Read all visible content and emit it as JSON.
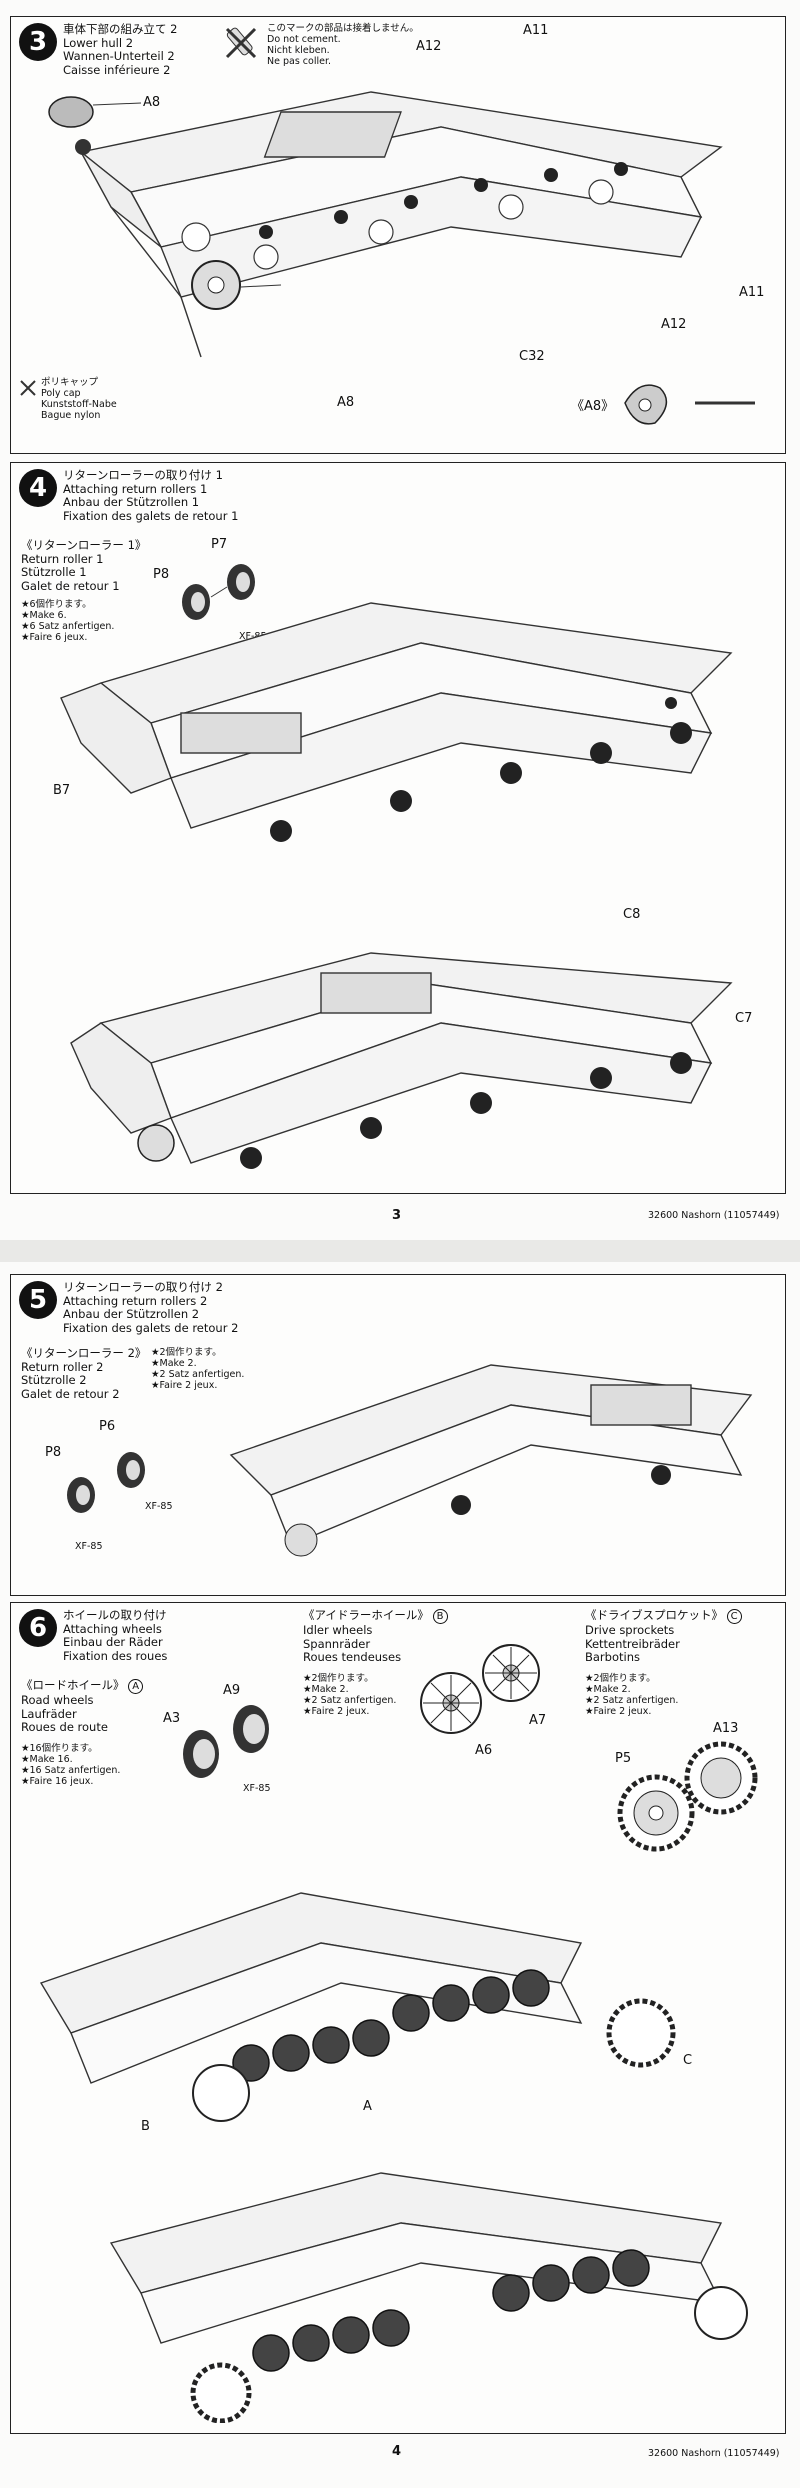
{
  "page3": {
    "step3": {
      "number": "3",
      "title": [
        "車体下部の組み立て 2",
        "Lower hull 2",
        "Wannen-Unterteil 2",
        "Caisse inférieure 2"
      ],
      "note": [
        "このマークの部品は接着しません。",
        "Do not cement.",
        "Nicht kleben.",
        "Ne pas coller."
      ],
      "labels": {
        "a12_top": "A12",
        "a11_top": "A11",
        "a8_left": "A8",
        "a11_right": "A11",
        "a12_right": "A12",
        "c32": "C32",
        "a8_bottom": "A8",
        "a8_detail": "《A8》"
      },
      "polycap": [
        "ポリキャップ",
        "Poly cap",
        "Kunststoff-Nabe",
        "Bague nylon"
      ]
    },
    "step4": {
      "number": "4",
      "title": [
        "リターンローラーの取り付け 1",
        "Attaching return rollers 1",
        "Anbau der Stützrollen 1",
        "Fixation des galets de retour 1"
      ],
      "sub": [
        "《リターンローラー 1》",
        "Return roller 1",
        "Stützrolle 1",
        "Galet de retour 1"
      ],
      "qty": [
        "★6個作ります。",
        "★Make 6.",
        "★6 Satz anfertigen.",
        "★Faire 6 jeux."
      ],
      "labels": {
        "p7": "P7",
        "p8": "P8",
        "xf85": "XF-85",
        "b7": "B7",
        "c8": "C8",
        "c7": "C7"
      }
    },
    "page_number": "3",
    "product": "32600 Nashorn (11057449)"
  },
  "page4": {
    "step5": {
      "number": "5",
      "title": [
        "リターンローラーの取り付け 2",
        "Attaching return rollers 2",
        "Anbau der Stützrollen 2",
        "Fixation des galets de retour 2"
      ],
      "sub": [
        "《リターンローラー 2》",
        "Return roller 2",
        "Stützrolle 2",
        "Galet de retour 2"
      ],
      "qty": [
        "★2個作ります。",
        "★Make 2.",
        "★2 Satz anfertigen.",
        "★Faire 2 jeux."
      ],
      "labels": {
        "p6": "P6",
        "p8": "P8",
        "xf85_a": "XF-85",
        "xf85_b": "XF-85"
      }
    },
    "step6": {
      "number": "6",
      "title": [
        "ホイールの取り付け",
        "Attaching wheels",
        "Einbau der Räder",
        "Fixation des roues"
      ],
      "road": [
        "《ロードホイール》",
        "Road wheels",
        "Laufräder",
        "Roues de route"
      ],
      "road_mark": "A",
      "road_qty": [
        "★16個作ります。",
        "★Make 16.",
        "★16 Satz anfertigen.",
        "★Faire 16 jeux."
      ],
      "idler": [
        "《アイドラーホイール》",
        "Idler wheels",
        "Spannräder",
        "Roues tendeuses"
      ],
      "idler_mark": "B",
      "idler_qty": [
        "★2個作ります。",
        "★Make 2.",
        "★2 Satz anfertigen.",
        "★Faire 2 jeux."
      ],
      "sprocket": [
        "《ドライブスプロケット》",
        "Drive sprockets",
        "Kettentreibräder",
        "Barbotins"
      ],
      "sprocket_mark": "C",
      "sprocket_qty": [
        "★2個作ります。",
        "★Make 2.",
        "★2 Satz anfertigen.",
        "★Faire 2 jeux."
      ],
      "labels": {
        "a3": "A3",
        "a9": "A9",
        "xf85": "XF-85",
        "a6": "A6",
        "a7": "A7",
        "a13": "A13",
        "p5": "P5",
        "mA": "A",
        "mB": "B",
        "mC": "C"
      }
    },
    "page_number": "4",
    "product": "32600 Nashorn (11057449)"
  }
}
